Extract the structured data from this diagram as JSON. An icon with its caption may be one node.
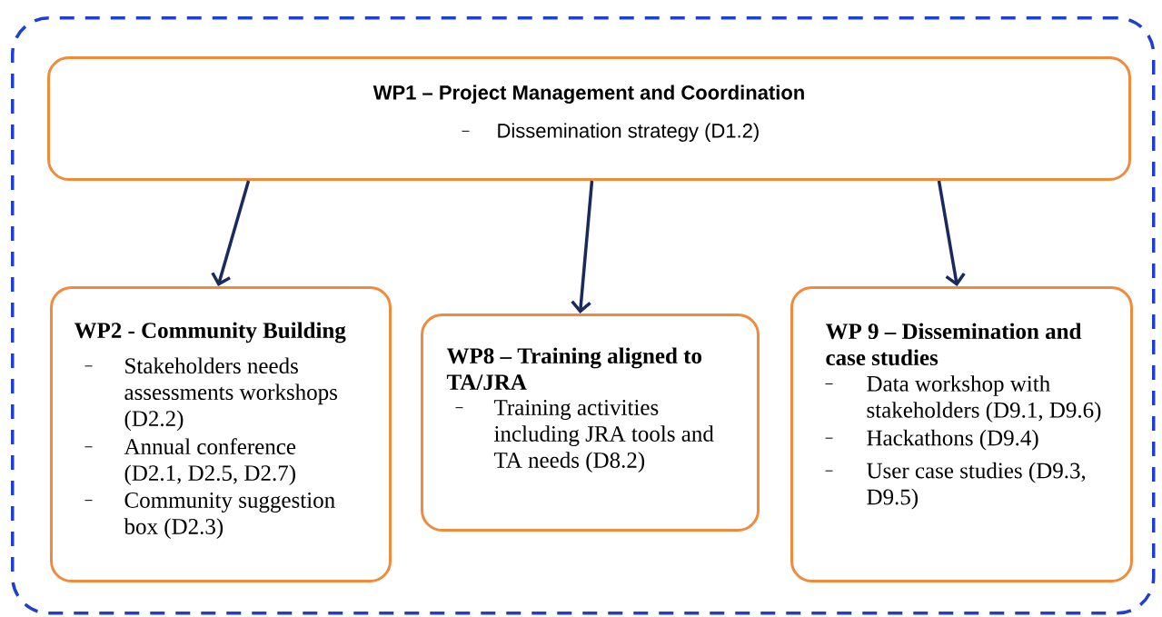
{
  "diagram": {
    "nodes": [
      {
        "text": [],
        "shape": "box"
      },
      {
        "text": [
          "WP1 – Project Management and Coordination",
          "Dissemination strategy (D1.2)"
        ],
        "in": 0
      },
      {
        "text": [
          "WP2 - Community Building",
          "Stakeholders needs assessments workshops (D2.2)",
          "Annual conference (D2.1, D2.5, D2.7)",
          "Community suggestion box (D2.3)"
        ],
        "in": 0
      },
      {
        "text": [
          "WP8 – Training aligned to TA/JRA",
          "Training activities including JRA tools and TA needs (D8.2)"
        ],
        "in": 0
      },
      {
        "text": [
          "WP 9 – Dissemination and case studies",
          "Data workshop with stakeholders (D9.1, D9.6)",
          "Hackathons (D9.4)",
          "User case studies (D9.3, D9.5)"
        ],
        "in": 0
      }
    ],
    "edges": [
      {
        "from": 1,
        "to": 2,
        "arrow": "to"
      },
      {
        "from": 1,
        "to": 3,
        "arrow": "to"
      },
      {
        "from": 1,
        "to": 4,
        "arrow": "to"
      }
    ]
  }
}
